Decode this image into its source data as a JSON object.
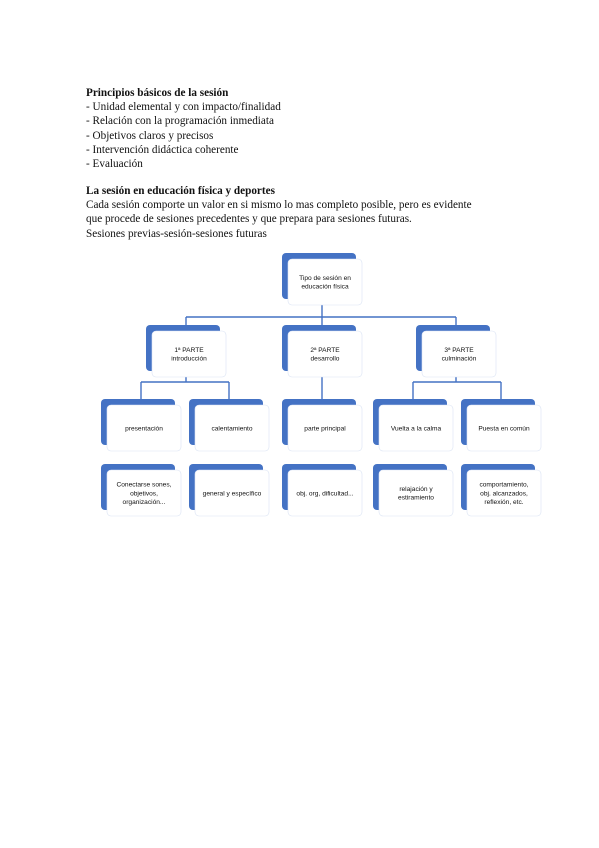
{
  "section1": {
    "title": "Principios básicos de la sesión",
    "items": [
      "- Unidad elemental y con impacto/finalidad",
      "- Relación con la programación inmediata",
      "- Objetivos claros y precisos",
      "- Intervención didáctica coherente",
      "- Evaluación"
    ]
  },
  "section2": {
    "title": "La sesión en educación física y deportes",
    "lines": [
      "Cada sesión comporte un valor en si mismo lo mas completo posible, pero es evidente",
      "que procede de sesiones precedentes y que prepara para sesiones futuras.",
      "Sesiones previas-sesión-sesiones futuras"
    ]
  },
  "diagram": {
    "root": [
      "Tipo de sesión en",
      "educación física"
    ],
    "parts": [
      {
        "lines": [
          "1ª PARTE",
          "introducción"
        ],
        "children": [
          {
            "lines": [
              "presentación"
            ],
            "leaf": [
              "Conectarse sones,",
              "objetivos,",
              "organización..."
            ]
          },
          {
            "lines": [
              "calentamiento"
            ],
            "leaf": [
              "general y específico"
            ]
          }
        ]
      },
      {
        "lines": [
          "2ª PARTE",
          "desarrollo"
        ],
        "children": [
          {
            "lines": [
              "parte principal"
            ],
            "leaf": [
              "obj. org, dificultad..."
            ]
          }
        ]
      },
      {
        "lines": [
          "3ª PARTE",
          "culminación"
        ],
        "children": [
          {
            "lines": [
              "Vuelta a la calma"
            ],
            "leaf": [
              "relajación y",
              "estiramiento"
            ]
          },
          {
            "lines": [
              "Puesta en común"
            ],
            "leaf": [
              "comportamiento,",
              "obj. alcanzados,",
              "reflexión, etc."
            ]
          }
        ]
      }
    ]
  }
}
